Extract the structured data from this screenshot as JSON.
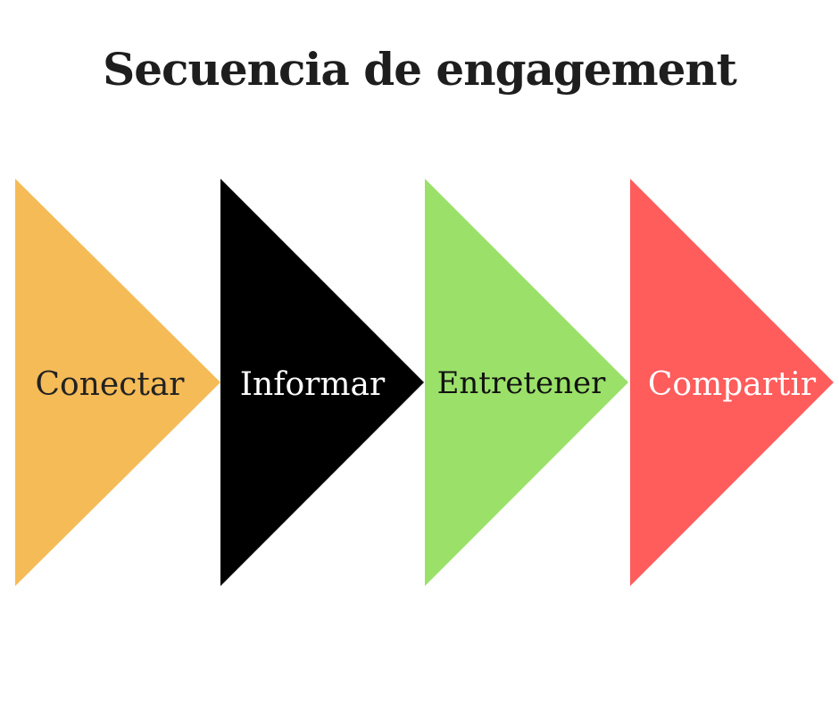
{
  "title": "Secuencia de engagement",
  "steps": [
    {
      "label": "Conectar",
      "color": "#f5bb57",
      "text_color": "#222222"
    },
    {
      "label": "Informar",
      "color": "#000000",
      "text_color": "#ffffff"
    },
    {
      "label": "Entretener",
      "color": "#9be169",
      "text_color": "#111111"
    },
    {
      "label": "Compartir",
      "color": "#ff5c5c",
      "text_color": "#ffffff"
    }
  ]
}
